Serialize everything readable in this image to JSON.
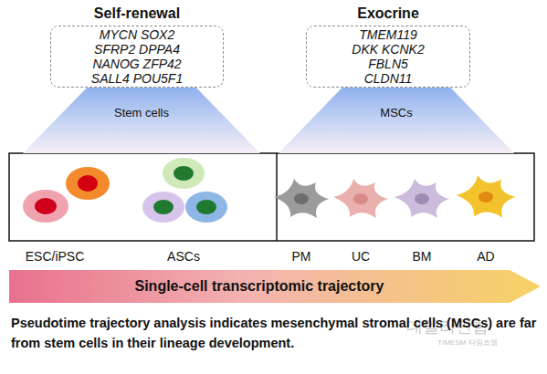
{
  "diagram": {
    "caption": "Pseudotime trajectory analysis indicates mesenchymal stromal cells (MSCs) are far from stem cells in their lineage development.",
    "nodes": [
      {
        "text": [
          "Self-renewal",
          "MYCN SOX2 SFRP2 DPPA4 NANOG ZFP42 SALL4 POU5F1"
        ]
      },
      {
        "text": [
          "Exocrine",
          "TMEM119 DKK KCNK2 FBLN5 CLDN11"
        ]
      },
      {
        "text": [
          "Stem cells"
        ]
      },
      {
        "text": [
          "MSCs"
        ]
      },
      {
        "text": [
          "Single-cell transcriptomic trajectory"
        ]
      }
    ],
    "labels": [
      "ESC/iPSC",
      "ASCs",
      "PM",
      "UC",
      "BM",
      "AD",
      "데일리연합",
      "TIMESM 타임즈엠"
    ]
  }
}
